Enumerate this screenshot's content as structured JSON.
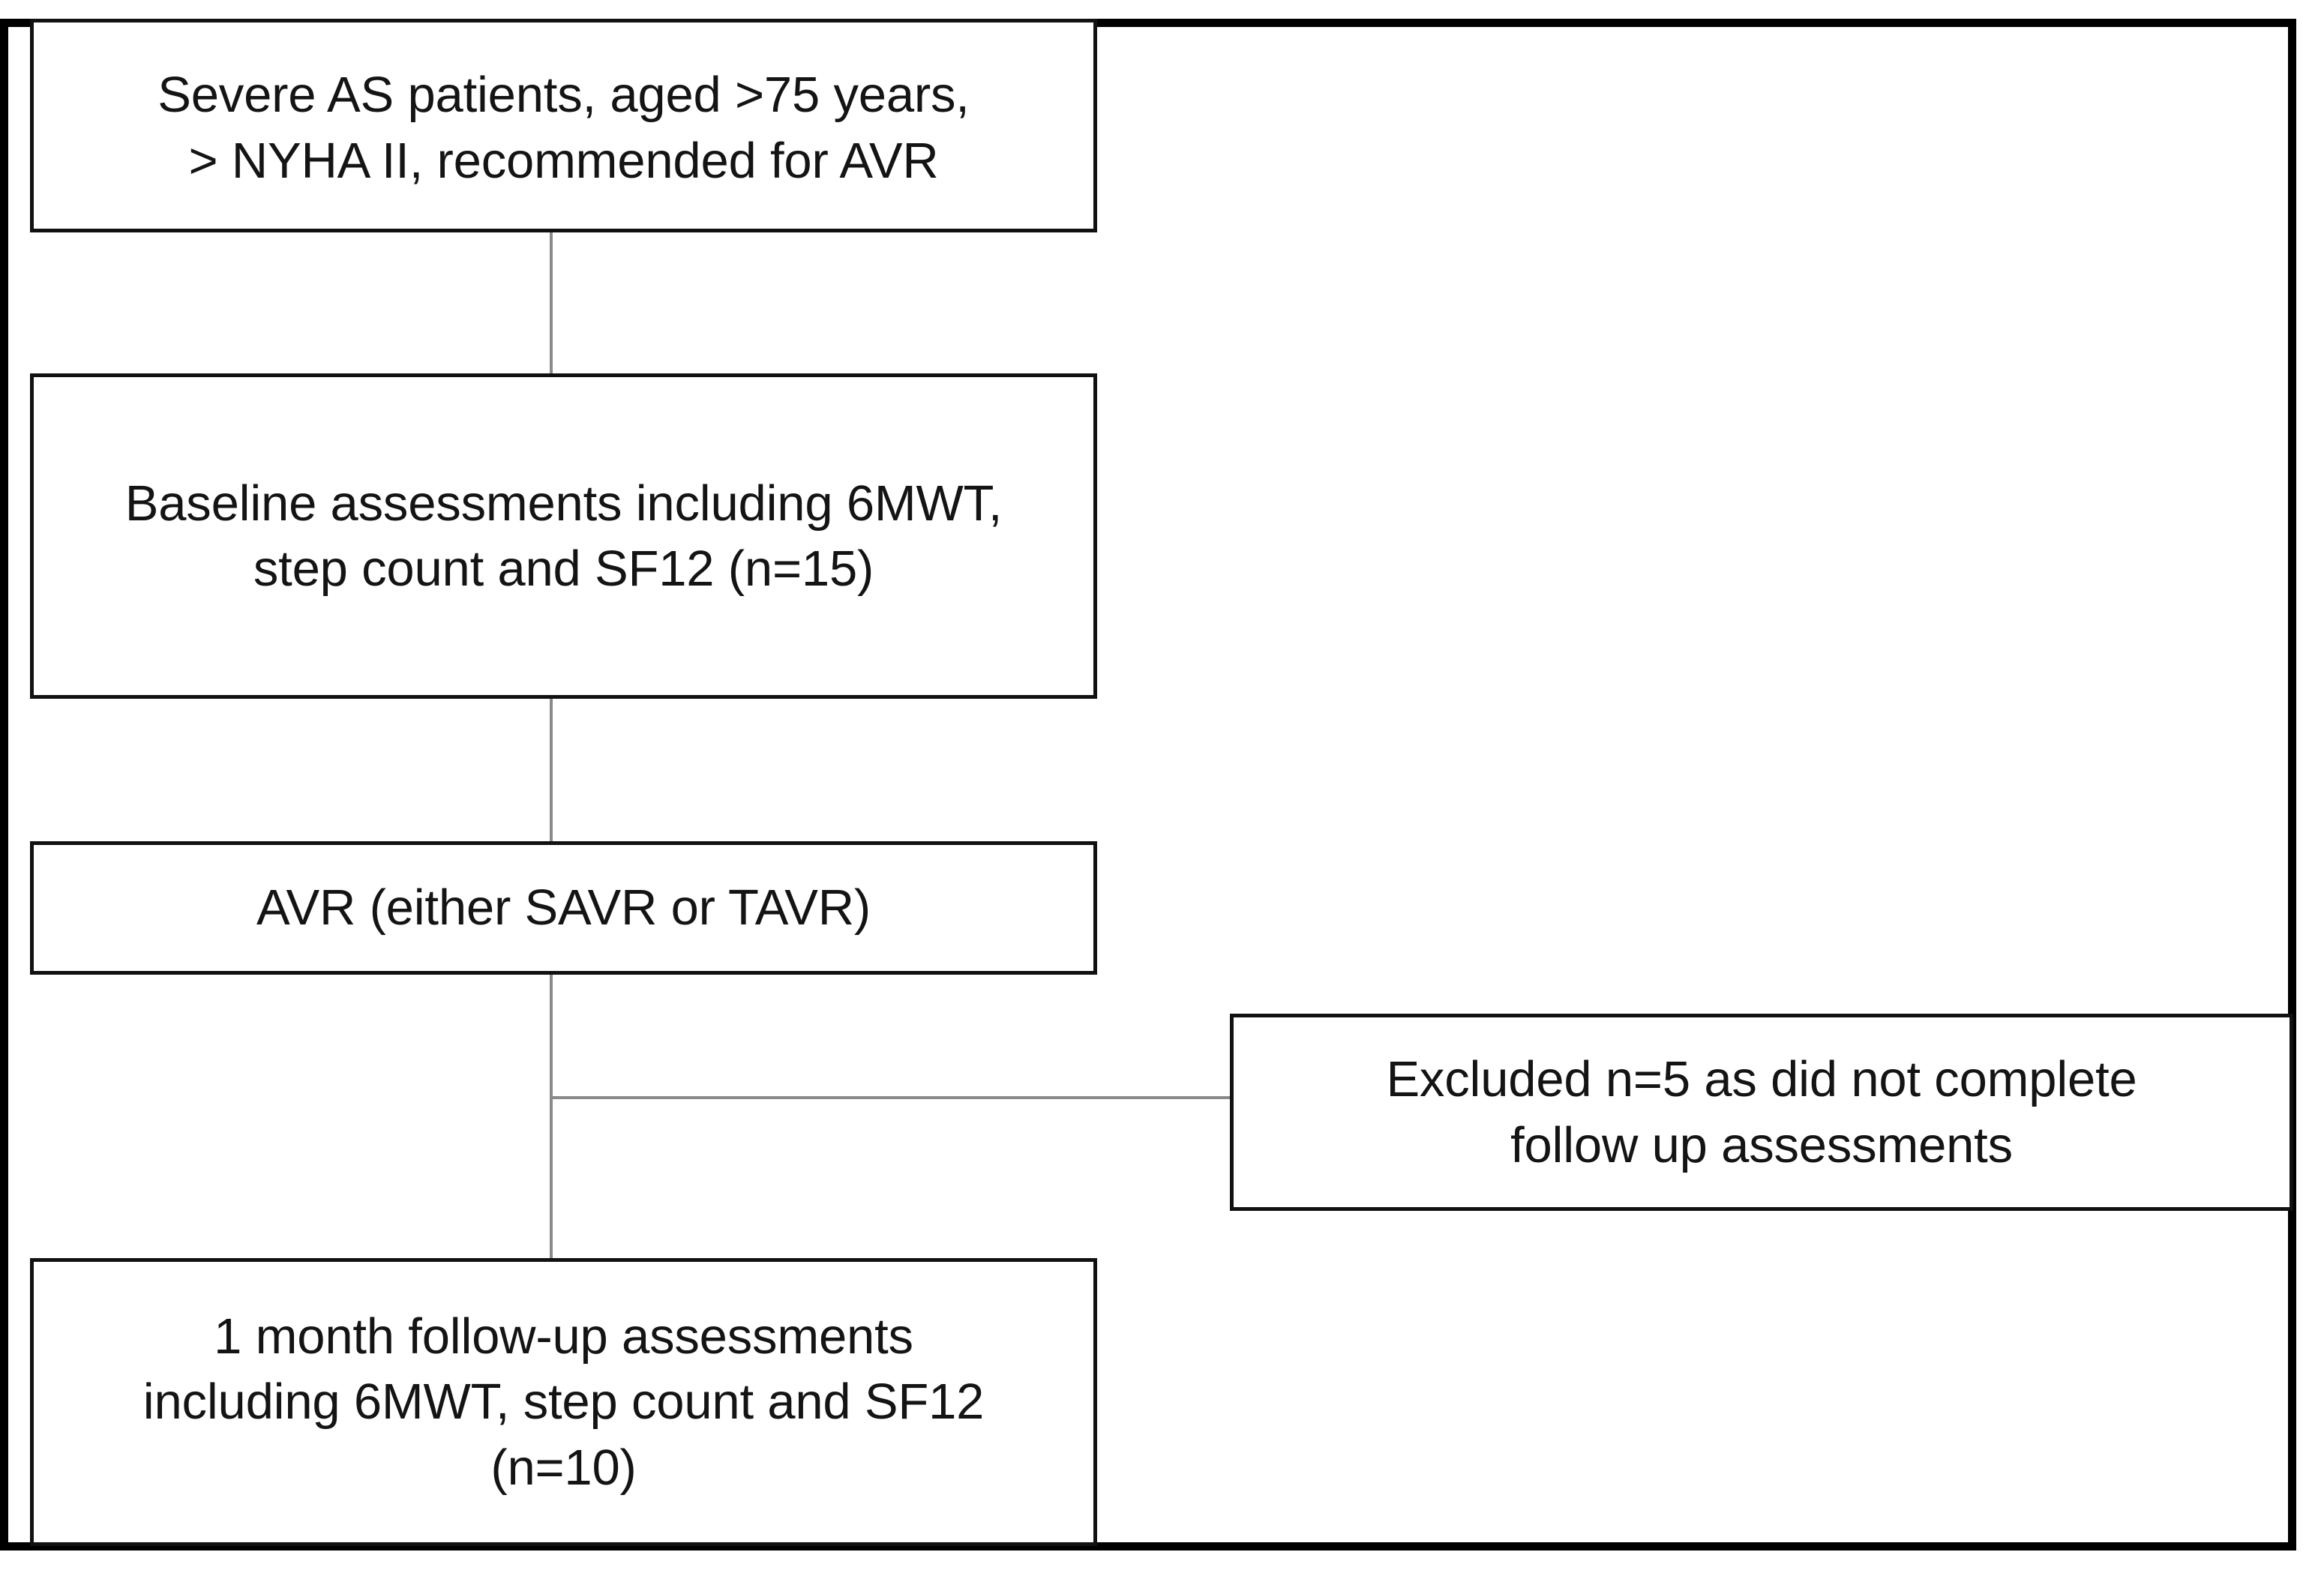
{
  "diagram": {
    "type": "flowchart",
    "title": "",
    "orientation": "vertical",
    "frame": {
      "border_color": "#000000"
    },
    "nodes": [
      {
        "id": "eligibility",
        "label": "Severe AS patients, aged >75 years,\n> NYHA II, recommended for AVR",
        "line1": "Severe AS patients, aged >75 years,",
        "line2": "> NYHA II, recommended for AVR",
        "border_color": "#111111",
        "fill": "#ffffff"
      },
      {
        "id": "baseline",
        "label": "Baseline assessments including 6MWT,\nstep count and SF12 (n=15)",
        "line1": "Baseline assessments including 6MWT,",
        "line2": "step count and SF12 (n=15)",
        "n": 15,
        "border_color": "#111111",
        "fill": "#ffffff"
      },
      {
        "id": "avr",
        "label": "AVR (either SAVR or TAVR)",
        "border_color": "#111111",
        "fill": "#ffffff"
      },
      {
        "id": "excluded",
        "label": "Excluded n=5 as did not complete\nfollow up assessments",
        "line1": "Excluded n=5 as did not complete",
        "line2": "follow up assessments",
        "n": 5,
        "border_color": "#111111",
        "fill": "#ffffff"
      },
      {
        "id": "followup",
        "label": "1 month follow-up assessments\nincluding 6MWT, step count and SF12\n(n=10)",
        "line1": "1 month follow-up assessments",
        "line2": "including 6MWT, step count and SF12",
        "line3": "(n=10)",
        "n": 10,
        "border_color": "#111111",
        "fill": "#ffffff"
      }
    ],
    "edges": [
      {
        "from": "eligibility",
        "to": "baseline",
        "style": "plain-line",
        "color": "#8a8a8a"
      },
      {
        "from": "baseline",
        "to": "avr",
        "style": "plain-line",
        "color": "#8a8a8a"
      },
      {
        "from": "avr",
        "to": "followup",
        "style": "plain-line",
        "color": "#8a8a8a"
      },
      {
        "from": "avr",
        "to": "excluded",
        "style": "branch-right",
        "color": "#8a8a8a"
      }
    ]
  }
}
